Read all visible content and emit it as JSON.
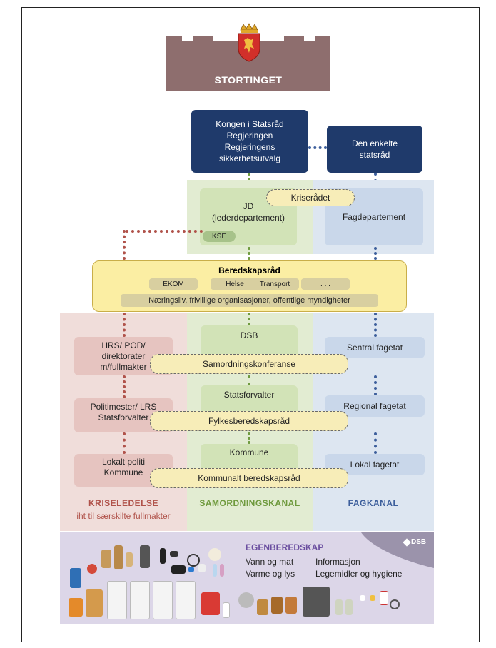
{
  "top": {
    "building_label": "STORTINGET",
    "kongen_lines": [
      "Kongen i Statsråd",
      "Regjeringen",
      "Regjeringens",
      "sikkerhetsutvalg"
    ],
    "statsrad_lines": [
      "Den enkelte",
      "statsråd"
    ]
  },
  "departments": {
    "kriseradet": "Kriserådet",
    "jd_lines": [
      "JD",
      "(lederdepartement)"
    ],
    "kse": "KSE",
    "fagdepartement": "Fagdepartement"
  },
  "beredskapsrad": {
    "title": "Beredskapsråd",
    "pills": [
      "EKOM",
      "Helse",
      "Transport",
      ". . ."
    ],
    "sectors": "Næringsliv, frivillige organisasjoner, offentlige myndigheter"
  },
  "levels": {
    "red": [
      {
        "lines": [
          "HRS/ POD/",
          "direktorater",
          "m/fullmakter"
        ]
      },
      {
        "lines": [
          "Politimester/ LRS",
          "Statsforvalter"
        ]
      },
      {
        "lines": [
          "Lokalt politi",
          "Kommune"
        ]
      }
    ],
    "green": [
      "DSB",
      "Statsforvalter",
      "Kommune"
    ],
    "blue": [
      "Sentral fagetat",
      "Regional fagetat",
      "Lokal fagetat"
    ],
    "councils": [
      "Samordningskonferanse",
      "Fylkesberedskapsråd",
      "Kommunalt beredskapsråd"
    ]
  },
  "columns": {
    "kriseledelse": "KRISELEDELSE",
    "kriseledelse_sub": "iht til særskilte fullmakter",
    "samordningskanal": "SAMORDNINGSKANAL",
    "fagkanal": "FAGKANAL"
  },
  "egenberedskap": {
    "title": "EGENBEREDSKAP",
    "col1": [
      "Vann og mat",
      "Varme og lys"
    ],
    "col2": [
      "Informasjon",
      "Legemidler og hygiene"
    ],
    "logo": "DSB"
  },
  "colors": {
    "navy": "#1f3a6b",
    "building": "#8e6e6e",
    "kriseledelse": "#b0524a",
    "samordning": "#6f9a3e",
    "fagkanal": "#3d5f9c",
    "yellow": "#fbeea3"
  }
}
